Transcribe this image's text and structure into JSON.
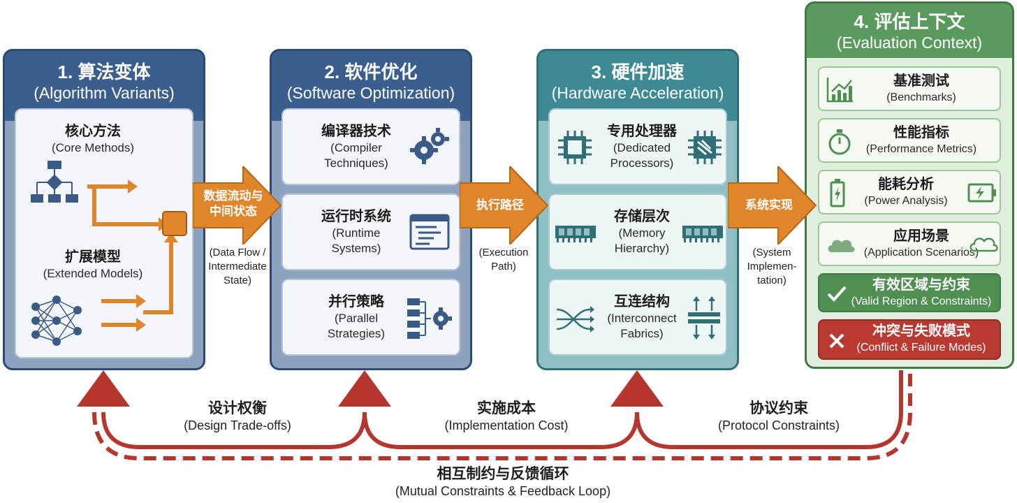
{
  "columns": [
    {
      "title_zh": "1. 算法变体",
      "title_en": "(Algorithm Variants)",
      "items": [
        {
          "zh": "核心方法",
          "en": "(Core Methods)"
        },
        {
          "zh": "扩展模型",
          "en": "(Extended Models)"
        }
      ]
    },
    {
      "title_zh": "2. 软件优化",
      "title_en": "(Software Optimization)",
      "items": [
        {
          "zh": "编译器技术",
          "en1": "(Compiler",
          "en2": "Techniques)"
        },
        {
          "zh": "运行时系统",
          "en1": "(Runtime",
          "en2": "Systems)"
        },
        {
          "zh": "并行策略",
          "en1": "(Parallel",
          "en2": "Strategies)"
        }
      ]
    },
    {
      "title_zh": "3. 硬件加速",
      "title_en": "(Hardware Acceleration)",
      "items": [
        {
          "zh": "专用处理器",
          "en1": "(Dedicated",
          "en2": "Processors)"
        },
        {
          "zh": "存储层次",
          "en1": "(Memory",
          "en2": "Hierarchy)"
        },
        {
          "zh": "互连结构",
          "en1": "(Interconnect",
          "en2": "Fabrics)"
        }
      ]
    },
    {
      "title_zh": "4. 评估上下文",
      "title_en": "(Evaluation Context)",
      "items": [
        {
          "zh": "基准测试",
          "en": "(Benchmarks)"
        },
        {
          "zh": "性能指标",
          "en": "(Performance Metrics)"
        },
        {
          "zh": "能耗分析",
          "en": "(Power Analysis)"
        },
        {
          "zh": "应用场景",
          "en": "(Application Scenarios)"
        },
        {
          "zh": "有效区域与约束",
          "en": "(Valid Region & Constraints)"
        },
        {
          "zh": "冲突与失败模式",
          "en": "(Conflict & Failure Modes)"
        }
      ]
    }
  ],
  "flows": [
    {
      "zh1": "数据流动与",
      "zh2": "中间状态",
      "en1": "(Data Flow /",
      "en2": "Intermediate",
      "en3": "State)"
    },
    {
      "zh1": "执行路径",
      "en1": "(Execution",
      "en2": "Path)"
    },
    {
      "zh1": "系统实现",
      "en1": "(System",
      "en2": "Implemen-",
      "en3": "tation)"
    }
  ],
  "loop": {
    "a": {
      "zh": "设计权衡",
      "en": "(Design Trade-offs)"
    },
    "b": {
      "zh": "实施成本",
      "en": "(Implementation Cost)"
    },
    "c": {
      "zh": "协议约束",
      "en": "(Protocol Constraints)"
    },
    "main": {
      "zh": "相互制约与反馈循环",
      "en": "(Mutual Constraints & Feedback Loop)"
    }
  },
  "colors": {
    "algo": "#3a5f8f",
    "hardware": "#3d8a94",
    "eval": "#5b9a5e",
    "arrow": "#e0862a",
    "loop": "#b5352f",
    "icon": "#3b5a86"
  }
}
